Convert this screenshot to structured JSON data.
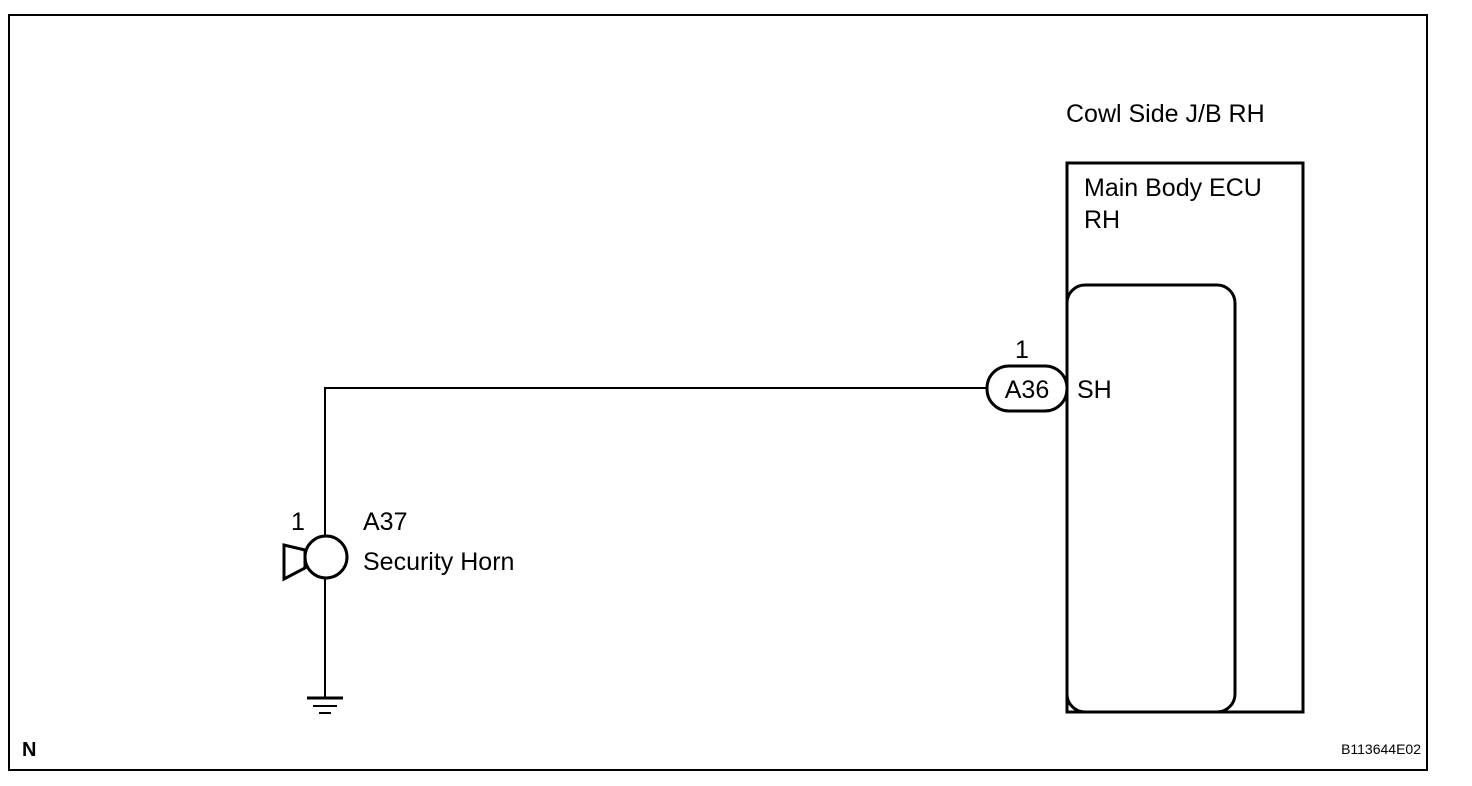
{
  "junction_block": {
    "label": "Cowl Side J/B RH"
  },
  "ecu": {
    "label_line1": "Main Body ECU",
    "label_line2": "RH",
    "terminal": "SH"
  },
  "connector_a36": {
    "id": "A36",
    "pin": "1"
  },
  "horn": {
    "connector_id": "A37",
    "pin": "1",
    "name": "Security Horn"
  },
  "footer": {
    "left_code": "N",
    "figure_code": "B113644E02"
  },
  "colors": {
    "line": "#000000",
    "background": "#ffffff"
  }
}
